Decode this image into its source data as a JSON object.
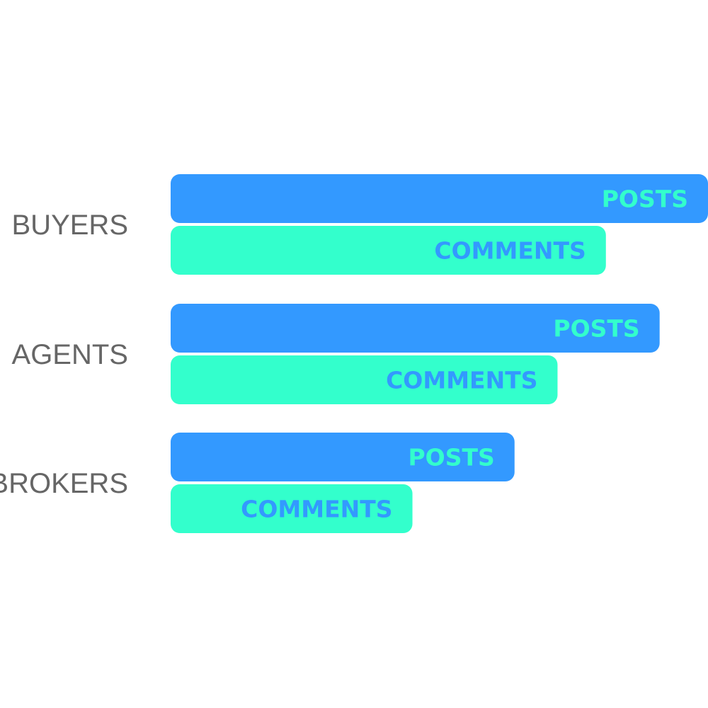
{
  "chart_data": {
    "type": "bar",
    "orientation": "horizontal",
    "categories": [
      "BUYERS",
      "AGENTS",
      "BROKERS"
    ],
    "series": [
      {
        "name": "POSTS",
        "values": [
          100,
          91,
          64
        ],
        "color": "#3399ff",
        "label_color": "#33ffcc"
      },
      {
        "name": "COMMENTS",
        "values": [
          81,
          72,
          45
        ],
        "color": "#33ffcc",
        "label_color": "#3399ff"
      }
    ],
    "xlim": [
      0,
      100
    ],
    "grid": false,
    "legend": "none",
    "title": "",
    "xlabel": "",
    "ylabel": ""
  },
  "colors": {
    "category_text": "#666666",
    "background": "#ffffff"
  }
}
